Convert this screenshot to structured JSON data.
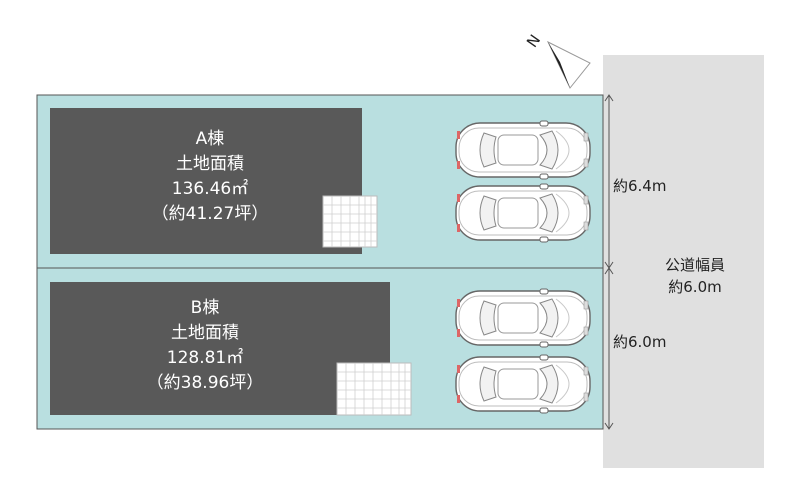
{
  "compass": {
    "north_label": "N"
  },
  "lot_a": {
    "name": "A棟",
    "area_label": "土地面積",
    "area_sqm": "136.46㎡",
    "area_tsubo": "（約41.27坪）"
  },
  "lot_b": {
    "name": "B棟",
    "area_label": "土地面積",
    "area_sqm": "128.81㎡",
    "area_tsubo": "（約38.96坪）"
  },
  "frontage": {
    "a": "約6.4m",
    "b": "約6.0m"
  },
  "road": {
    "label": "公道幅員",
    "width": "約6.0m"
  },
  "colors": {
    "lot_fill": "#b9dfe0",
    "building_fill": "#595959",
    "road_fill": "#e0e0e0",
    "line": "#555555"
  },
  "parking": {
    "lot_a_spaces": 2,
    "lot_b_spaces": 2
  }
}
